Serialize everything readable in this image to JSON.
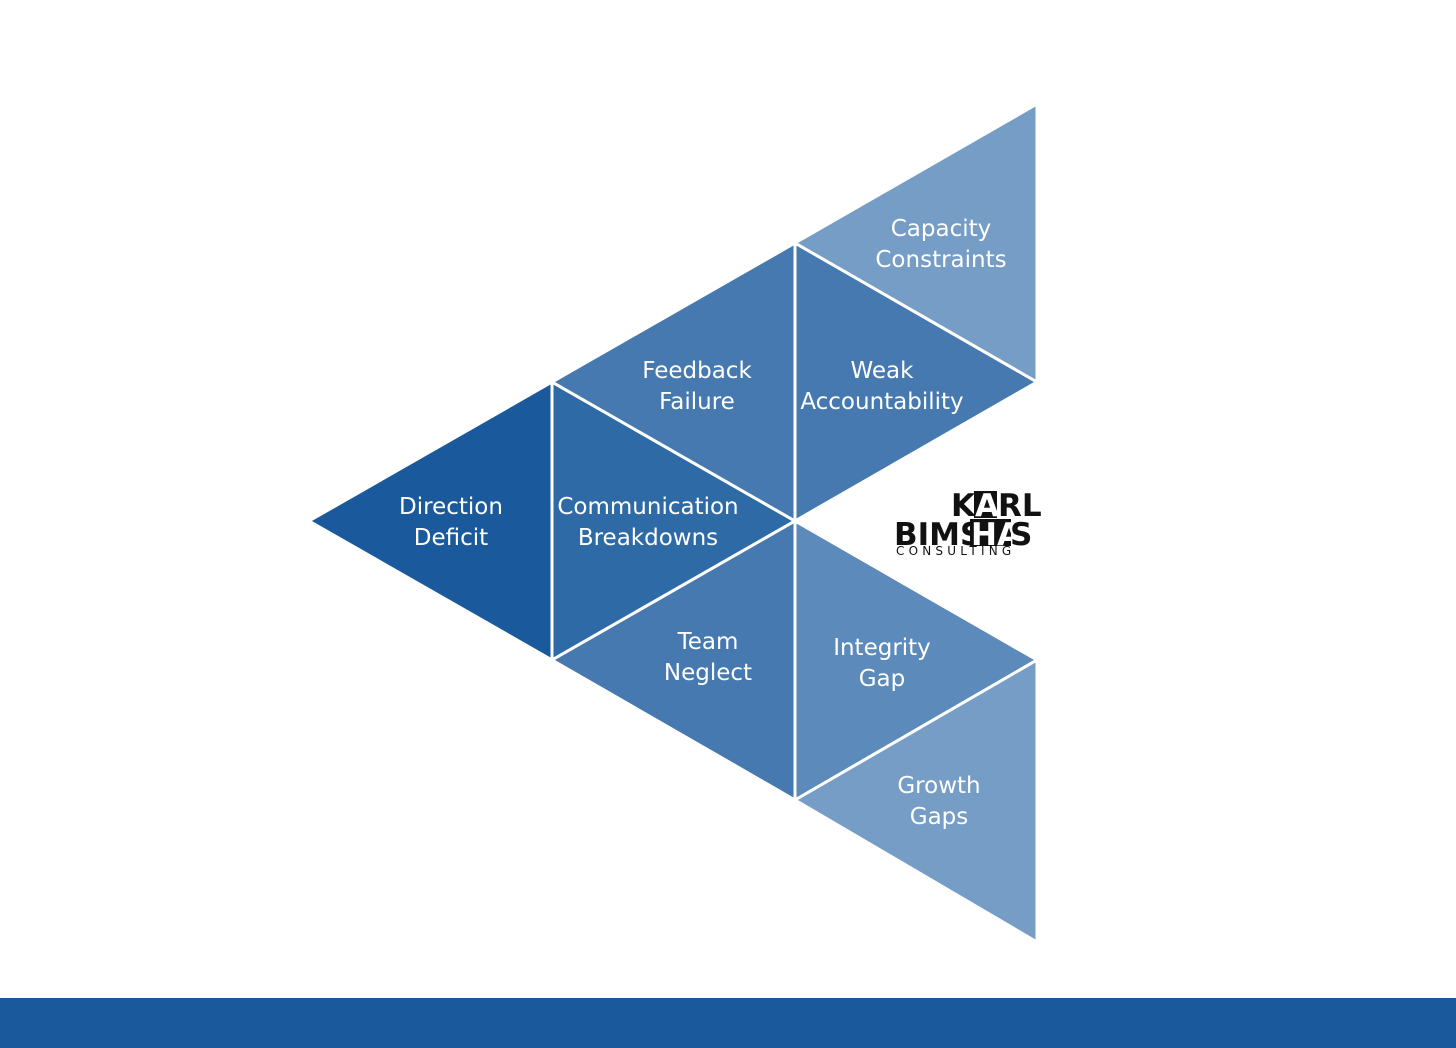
{
  "colors": {
    "darkest": "#1a5a9c",
    "dark": "#2e6aa6",
    "medium": "#4679af",
    "light": "#5c8aba",
    "lightest": "#769dc6",
    "footer": "#1a5a9c",
    "logo_ink": "#111111",
    "logo_inverse": "#ffffff"
  },
  "triangles": [
    {
      "id": "direction-deficit",
      "lines": [
        "Direction",
        "Deficit"
      ],
      "shade": "darkest"
    },
    {
      "id": "communication-breakdowns",
      "lines": [
        "Communication",
        "Breakdowns"
      ],
      "shade": "dark"
    },
    {
      "id": "feedback-failure",
      "lines": [
        "Feedback",
        "Failure"
      ],
      "shade": "medium"
    },
    {
      "id": "team-neglect",
      "lines": [
        "Team",
        "Neglect"
      ],
      "shade": "medium"
    },
    {
      "id": "weak-accountability",
      "lines": [
        "Weak",
        "Accountability"
      ],
      "shade": "medium"
    },
    {
      "id": "capacity-constraints",
      "lines": [
        "Capacity",
        "Constraints"
      ],
      "shade": "lightest"
    },
    {
      "id": "integrity-gap",
      "lines": [
        "Integrity",
        "Gap"
      ],
      "shade": "light"
    },
    {
      "id": "growth-gaps",
      "lines": [
        "Growth",
        "Gaps"
      ],
      "shade": "lightest"
    }
  ],
  "logo": {
    "line1_plain": "KA",
    "line1_boxed": "A",
    "line1_rest": "RL",
    "line2_plain": "BIMS",
    "line2_boxed": "HA",
    "line2_rest": "S",
    "tagline": "CONSULTING"
  }
}
